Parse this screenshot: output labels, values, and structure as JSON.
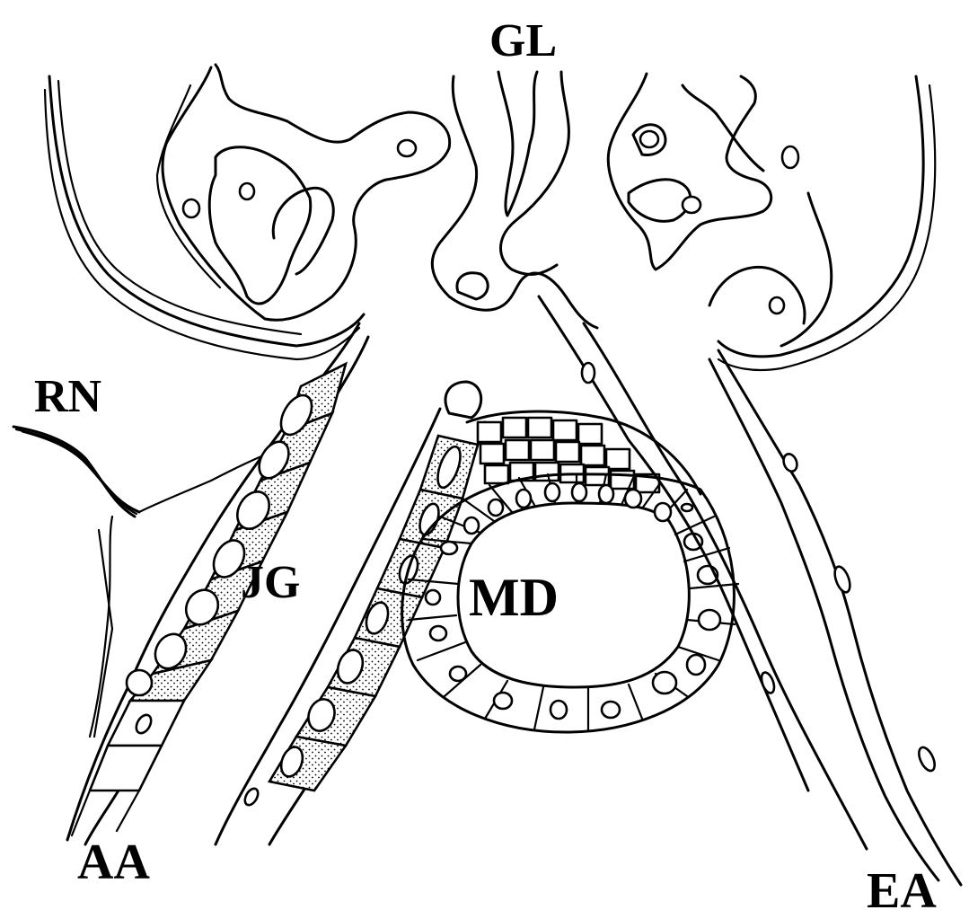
{
  "labels": {
    "glomerulus": "GL",
    "renal_nerve": "RN",
    "juxtaglomerular_cells": "JG",
    "macula_densa": "MD",
    "afferent_arteriole": "AA",
    "efferent_arteriole": "EA"
  },
  "colors": {
    "ink": "#000000",
    "background": "#ffffff"
  }
}
